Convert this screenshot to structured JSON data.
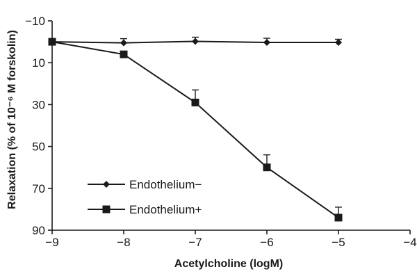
{
  "chart_data": {
    "type": "line",
    "xlabel": "Acetylcholine (logM)",
    "ylabel": "Relaxation (% of 10⁻⁶ M forskolin)",
    "xlim": [
      -9,
      -4
    ],
    "ylim": [
      -10,
      90
    ],
    "y_inverted": true,
    "x_ticks": [
      -9,
      -8,
      -7,
      -6,
      -5,
      -4
    ],
    "x_tick_labels": [
      "−9",
      "−8",
      "−7",
      "−6",
      "−5",
      "−4"
    ],
    "y_ticks": [
      -10,
      10,
      30,
      50,
      70,
      90
    ],
    "y_tick_labels": [
      "−10",
      "10",
      "30",
      "50",
      "70",
      "90"
    ],
    "grid": false,
    "legend_position": "bottom-left",
    "series": [
      {
        "name": "Endothelium−",
        "marker": "diamond",
        "color": "#1a1a1a",
        "x": [
          -9,
          -8,
          -7,
          -6,
          -5
        ],
        "y": [
          0,
          0.5,
          -0.2,
          0.3,
          0.3
        ],
        "err": [
          0,
          2,
          2,
          2,
          1.5
        ]
      },
      {
        "name": "Endothelium+",
        "marker": "square",
        "color": "#1a1a1a",
        "x": [
          -9,
          -8,
          -7,
          -6,
          -5
        ],
        "y": [
          0,
          6,
          29,
          60,
          84
        ],
        "err": [
          0,
          0,
          6,
          6,
          5
        ]
      }
    ]
  }
}
